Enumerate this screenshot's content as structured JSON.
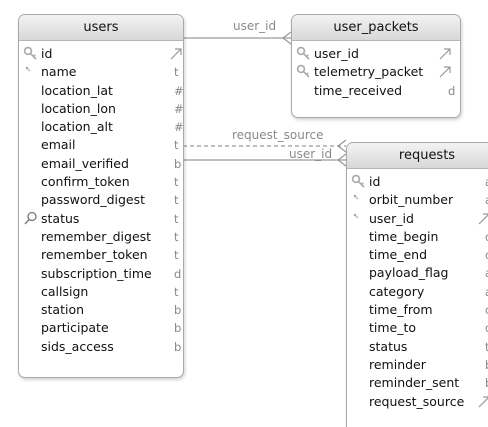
{
  "tables": {
    "users": {
      "title": "users",
      "columns": [
        {
          "name": "id",
          "type": "",
          "key": "primary",
          "trail": "relation"
        },
        {
          "name": "name",
          "type": "t",
          "key": "index"
        },
        {
          "name": "location_lat",
          "type": "#",
          "key": ""
        },
        {
          "name": "location_lon",
          "type": "#",
          "key": ""
        },
        {
          "name": "location_alt",
          "type": "#",
          "key": ""
        },
        {
          "name": "email",
          "type": "t",
          "key": ""
        },
        {
          "name": "email_verified",
          "type": "b",
          "key": ""
        },
        {
          "name": "confirm_token",
          "type": "t",
          "key": ""
        },
        {
          "name": "password_digest",
          "type": "t",
          "key": ""
        },
        {
          "name": "status",
          "type": "t",
          "key": "search"
        },
        {
          "name": "remember_digest",
          "type": "t",
          "key": ""
        },
        {
          "name": "remember_token",
          "type": "t",
          "key": ""
        },
        {
          "name": "subscription_time",
          "type": "d",
          "key": ""
        },
        {
          "name": "callsign",
          "type": "t",
          "key": ""
        },
        {
          "name": "station",
          "type": "b",
          "key": ""
        },
        {
          "name": "participate",
          "type": "b",
          "key": ""
        },
        {
          "name": "sids_access",
          "type": "b",
          "key": ""
        }
      ]
    },
    "user_packets": {
      "title": "user_packets",
      "columns": [
        {
          "name": "user_id",
          "type": "",
          "key": "primary",
          "trail": "relation"
        },
        {
          "name": "telemetry_packet",
          "type": "",
          "key": "primary",
          "trail": "relation"
        },
        {
          "name": "time_received",
          "type": "d",
          "key": ""
        }
      ]
    },
    "requests": {
      "title": "requests",
      "columns": [
        {
          "name": "id",
          "type": "a",
          "key": "primary"
        },
        {
          "name": "orbit_number",
          "type": "a",
          "key": "index"
        },
        {
          "name": "user_id",
          "type": "",
          "key": "index",
          "trail": "relation"
        },
        {
          "name": "time_begin",
          "type": "d",
          "key": ""
        },
        {
          "name": "time_end",
          "type": "d",
          "key": ""
        },
        {
          "name": "payload_flag",
          "type": "a",
          "key": ""
        },
        {
          "name": "category",
          "type": "a",
          "key": ""
        },
        {
          "name": "time_from",
          "type": "d",
          "key": ""
        },
        {
          "name": "time_to",
          "type": "d",
          "key": ""
        },
        {
          "name": "status",
          "type": "t",
          "key": ""
        },
        {
          "name": "reminder",
          "type": "b",
          "key": ""
        },
        {
          "name": "reminder_sent",
          "type": "b",
          "key": ""
        },
        {
          "name": "request_source",
          "type": "",
          "key": "",
          "trail": "relation"
        }
      ]
    }
  },
  "relationships": [
    {
      "label": "user_id",
      "from": "users.id",
      "to": "user_packets.user_id",
      "style": "solid"
    },
    {
      "label": "request_source",
      "from": "users.email",
      "to": "requests.request_source",
      "style": "dashed"
    },
    {
      "label": "user_id",
      "from": "users.email_verified",
      "to": "requests.user_id",
      "style": "solid"
    }
  ],
  "colors": {
    "header_top": "#f3f3f3",
    "header_bottom": "#d8d8d8",
    "border": "#a9a9a9",
    "link_line": "#9a9a9a",
    "type_text": "#888888",
    "key_icon": "#a8a8a8"
  }
}
